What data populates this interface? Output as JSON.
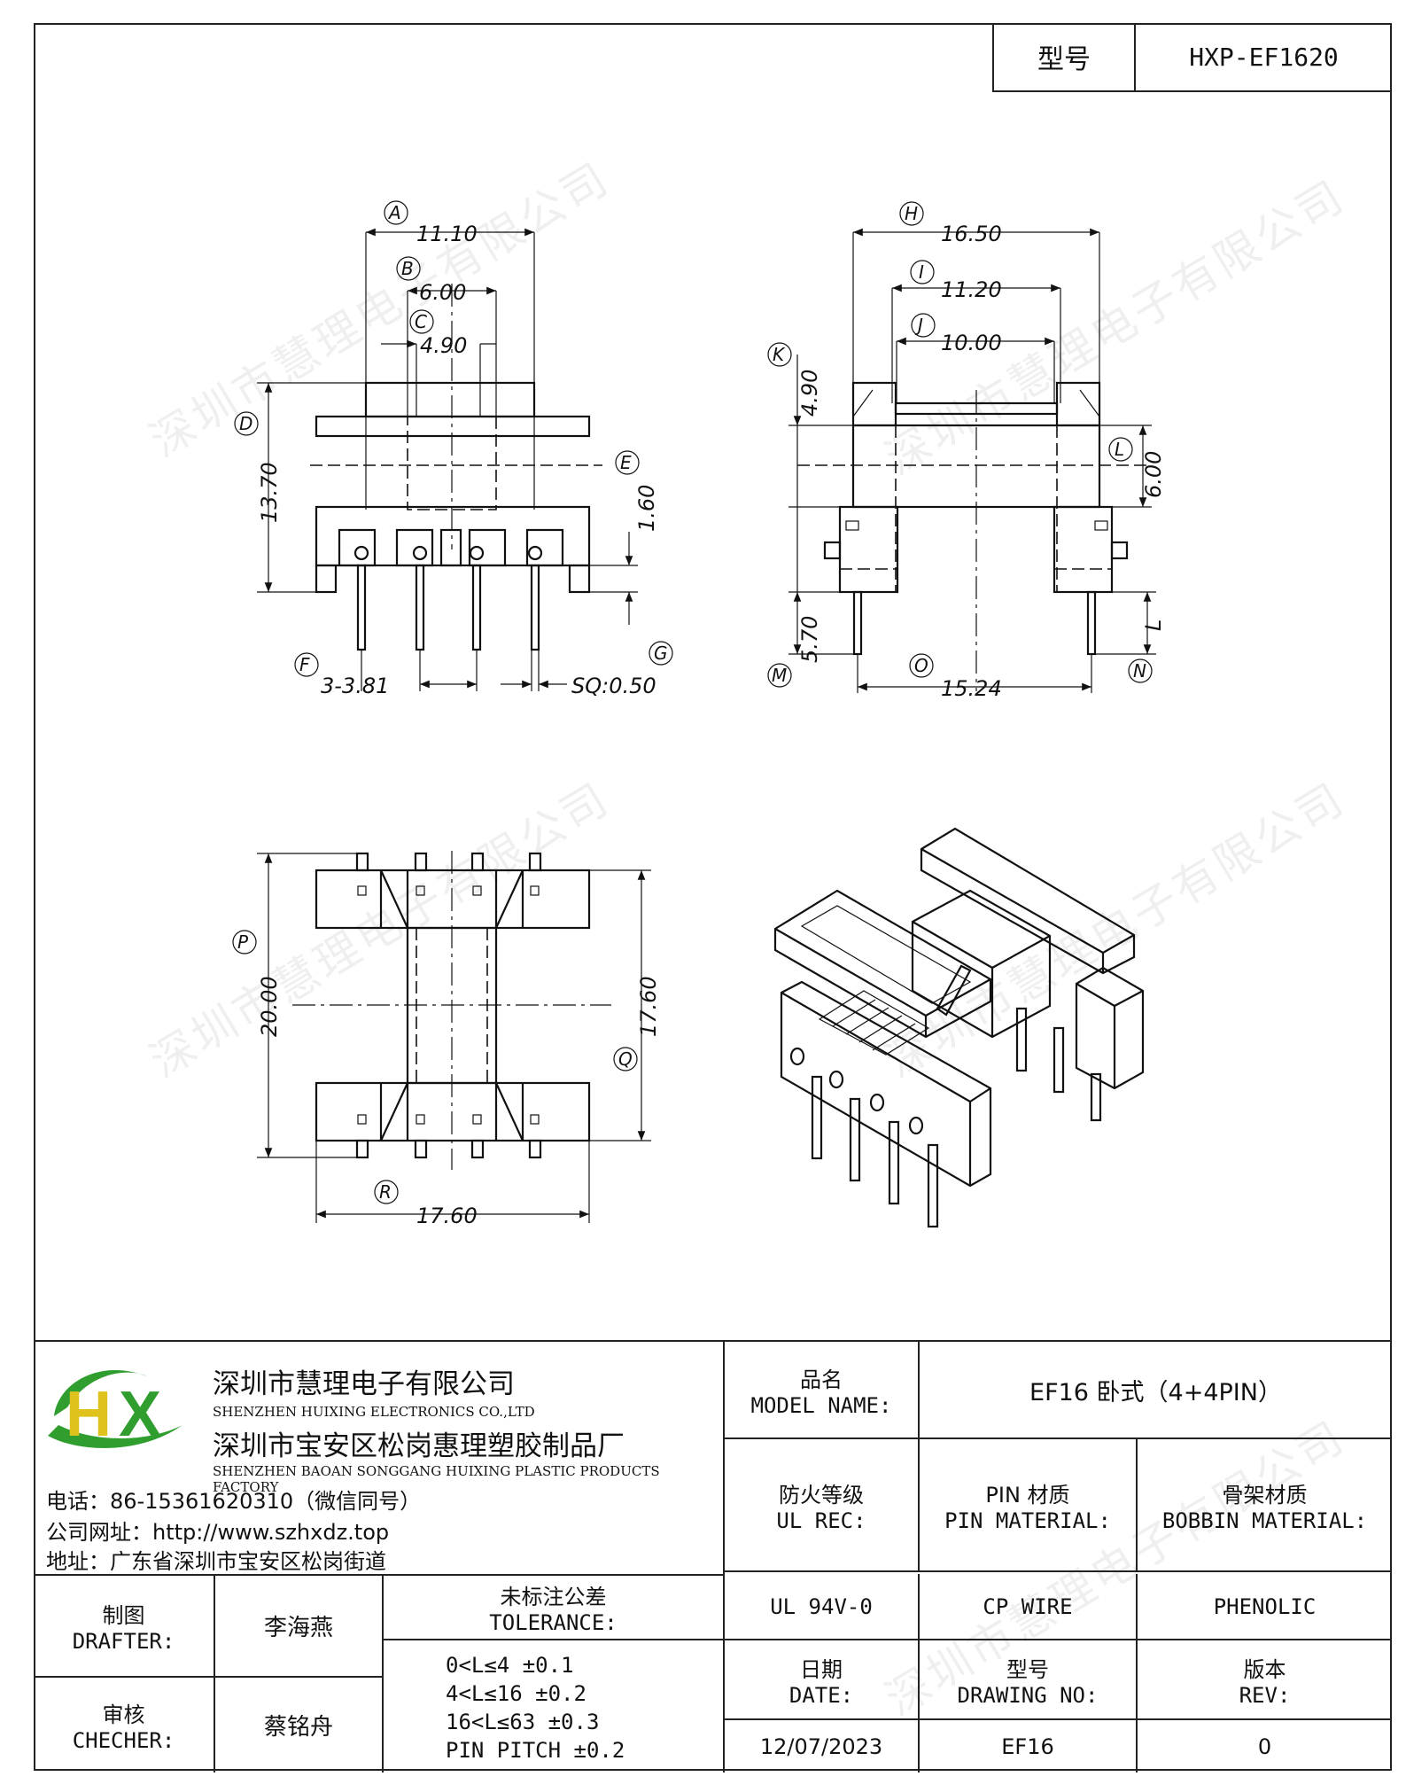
{
  "header": {
    "type_label": "型号",
    "model": "HXP-EF1620"
  },
  "watermark": "深圳市慧理电子有限公司",
  "front_view": {
    "A": "11.10",
    "B": "6.00",
    "C": "4.90",
    "D": "13.70",
    "E": "1.60",
    "F": "3-3.81",
    "G": "SQ:0.50",
    "bubbles": [
      "A",
      "B",
      "C",
      "D",
      "E",
      "F",
      "G"
    ]
  },
  "side_view": {
    "H": "16.50",
    "I": "11.20",
    "J": "10.00",
    "K": "4.90",
    "L": "6.00",
    "M": "5.70",
    "O": "15.24",
    "N": "L",
    "bubbles": [
      "H",
      "I",
      "J",
      "K",
      "L",
      "M",
      "N",
      "O"
    ]
  },
  "top_view": {
    "P": "20.00",
    "Q": "17.60",
    "R": "17.60",
    "bubbles": [
      "P",
      "Q",
      "R"
    ]
  },
  "company": {
    "name_cn": "深圳市慧理电子有限公司",
    "name_en": "SHENZHEN HUIXING ELECTRONICS CO.,LTD",
    "factory_cn": "深圳市宝安区松岗惠理塑胶制品厂",
    "factory_en": "SHENZHEN BAOAN SONGGANG HUIXING PLASTIC PRODUCTS FACTORY",
    "phone": "电话：86-15361620310（微信同号）",
    "website": "公司网址：http://www.szhxdz.top",
    "address": "地址：广东省深圳市宝安区松岗街道",
    "logo_h": "H",
    "logo_x": "X",
    "logo_colors": {
      "green": "#2f9e2f",
      "yellow": "#e0c21c"
    }
  },
  "titleblock": {
    "model_name_cn": "品名",
    "model_name_en": "MODEL NAME:",
    "model_name_value": "EF16 卧式（4+4PIN）",
    "ul_cn": "防火等级",
    "ul_en": "UL REC:",
    "pin_cn": "PIN 材质",
    "pin_en": "PIN MATERIAL:",
    "bobbin_cn": "骨架材质",
    "bobbin_en": "BOBBIN MATERIAL:",
    "drafter_cn": "制图",
    "drafter_en": "DRAFTER:",
    "drafter_name": "李海燕",
    "checker_cn": "审核",
    "checker_en": "CHECHER:",
    "checker_name": "蔡铭舟",
    "tol_cn": "未标注公差",
    "tol_en": "TOLERANCE:",
    "tol_lines": [
      "0<L≤4  ±0.1",
      "4<L≤16 ±0.2",
      "16<L≤63 ±0.3",
      "PIN PITCH ±0.2"
    ],
    "ul_value": "UL 94V-0",
    "pin_value": "CP WIRE",
    "bobbin_value": "PHENOLIC",
    "date_cn": "日期",
    "date_en": "DATE:",
    "drawing_cn": "型号",
    "drawing_en": "DRAWING NO:",
    "rev_cn": "版本",
    "rev_en": "REV:",
    "date_value": "12/07/2023",
    "drawing_value": "EF16",
    "rev_value": "0"
  }
}
